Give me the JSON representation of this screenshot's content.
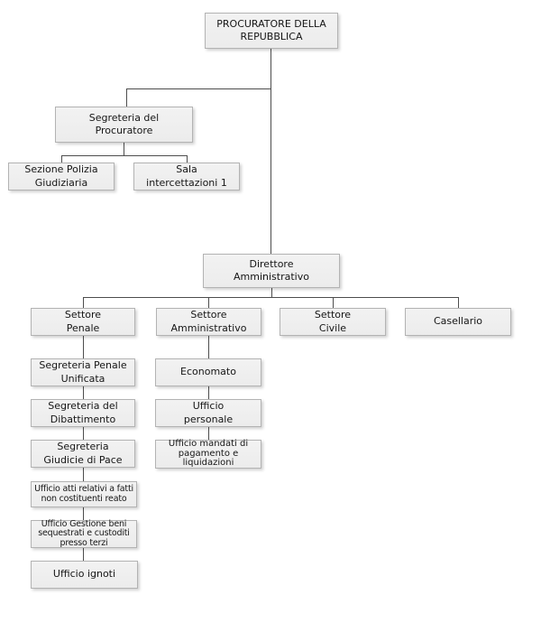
{
  "diagram": {
    "type": "org-chart",
    "background_color": "#ffffff",
    "node_fill_color": "#efefef",
    "node_border_color": "#b3b3b3",
    "connector_color": "#4d4d4d",
    "nodes": {
      "procuratore": {
        "label": "PROCURATORE DELLA\nREPUBBLICA"
      },
      "segreteria_procuratore": {
        "label": "Segreteria del\nProcuratore"
      },
      "sezione_polizia": {
        "label": "Sezione Polizia\nGiudiziaria"
      },
      "sala_intercettazioni": {
        "label": "Sala\nintercettazioni 1"
      },
      "direttore_amministrativo": {
        "label": "Direttore\nAmministrativo"
      },
      "settore_penale": {
        "label": "Settore\nPenale"
      },
      "settore_amministrativo": {
        "label": "Settore\nAmministrativo"
      },
      "settore_civile": {
        "label": "Settore\nCivile"
      },
      "casellario": {
        "label": "Casellario"
      },
      "segreteria_penale_unificata": {
        "label": "Segreteria Penale\nUnificata"
      },
      "segreteria_dibattimento": {
        "label": "Segreteria del\nDibattimento"
      },
      "segreteria_giudice_pace": {
        "label": "Segreteria\nGiudicie di Pace"
      },
      "ufficio_atti": {
        "label": "Ufficio atti relativi a fatti\nnon costituenti reato"
      },
      "ufficio_gestione_beni": {
        "label": "Ufficio Gestione beni\nsequestrati e custoditi\npresso terzi"
      },
      "ufficio_ignoti": {
        "label": "Ufficio ignoti"
      },
      "economato": {
        "label": "Economato"
      },
      "ufficio_personale": {
        "label": "Ufficio\npersonale"
      },
      "ufficio_mandati": {
        "label": "Ufficio mandati di\npagamento e\nliquidazioni"
      }
    },
    "edges": [
      [
        "procuratore",
        "segreteria_procuratore"
      ],
      [
        "procuratore",
        "direttore_amministrativo"
      ],
      [
        "segreteria_procuratore",
        "sezione_polizia"
      ],
      [
        "segreteria_procuratore",
        "sala_intercettazioni"
      ],
      [
        "direttore_amministrativo",
        "settore_penale"
      ],
      [
        "direttore_amministrativo",
        "settore_amministrativo"
      ],
      [
        "direttore_amministrativo",
        "settore_civile"
      ],
      [
        "direttore_amministrativo",
        "casellario"
      ],
      [
        "settore_penale",
        "segreteria_penale_unificata"
      ],
      [
        "segreteria_penale_unificata",
        "segreteria_dibattimento"
      ],
      [
        "segreteria_dibattimento",
        "segreteria_giudice_pace"
      ],
      [
        "segreteria_giudice_pace",
        "ufficio_atti"
      ],
      [
        "ufficio_atti",
        "ufficio_gestione_beni"
      ],
      [
        "ufficio_gestione_beni",
        "ufficio_ignoti"
      ],
      [
        "settore_amministrativo",
        "economato"
      ],
      [
        "economato",
        "ufficio_personale"
      ],
      [
        "ufficio_personale",
        "ufficio_mandati"
      ]
    ]
  }
}
